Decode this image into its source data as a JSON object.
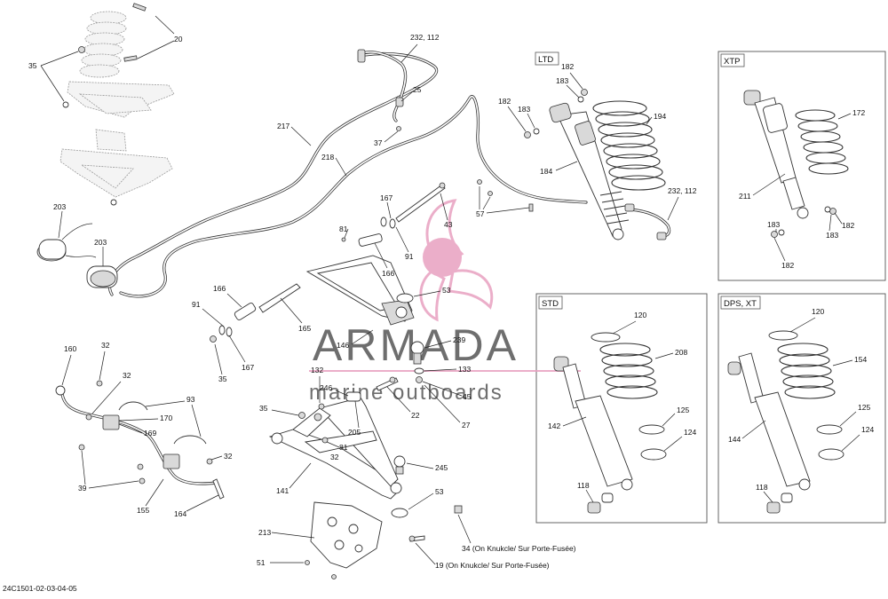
{
  "diagram_id": "24C1501-02-03-04-05",
  "variant_boxes": {
    "ltd": "LTD",
    "xtp": "XTP",
    "std": "STD",
    "dps_xt": "DPS, XT"
  },
  "watermark": {
    "brand": "ARMADA",
    "tagline": "marine outboards",
    "accent_color": "#e8a0c0",
    "text_color": "#555555"
  },
  "callouts": {
    "c20": "20",
    "c35a": "35",
    "c232a": "232, 112",
    "c25": "25",
    "c37": "37",
    "c217": "217",
    "c218": "218",
    "c203a": "203",
    "c203b": "203",
    "c167a": "167",
    "c43": "43",
    "c57": "57",
    "c81a": "81",
    "c91a": "91",
    "c166a": "166",
    "c53a": "53",
    "c166b": "166",
    "c91b": "91",
    "c165": "165",
    "c167b": "167",
    "c35b": "35",
    "c146": "146",
    "c239": "239",
    "c133": "133",
    "c45": "45",
    "c132": "132",
    "c246": "246",
    "c22": "22",
    "c27": "27",
    "c35c": "35",
    "c205": "205",
    "c81b": "81",
    "c32d": "32",
    "c245": "245",
    "c141": "141",
    "c53b": "53",
    "c213": "213",
    "c51": "51",
    "c34": "34 (On Knukcle/ Sur Porte-Fusée)",
    "c19": "19 (On Knukcle/ Sur Porte-Fusée)",
    "c160": "160",
    "c32a": "32",
    "c32b": "32",
    "c93": "93",
    "c170": "170",
    "c169": "169",
    "c32c": "32",
    "c39": "39",
    "c155": "155",
    "c164": "164",
    "c182a": "182",
    "c183a": "183",
    "c182b": "182",
    "c183b": "183",
    "c194": "194",
    "c184": "184",
    "c232b": "232, 112",
    "c172": "172",
    "c211": "211",
    "c183c": "183",
    "c183d": "183",
    "c182c": "182",
    "c182d": "182",
    "c120a": "120",
    "c208": "208",
    "c142": "142",
    "c125a": "125",
    "c124a": "124",
    "c118a": "118",
    "c120b": "120",
    "c154": "154",
    "c144": "144",
    "c125b": "125",
    "c124b": "124",
    "c118b": "118"
  }
}
